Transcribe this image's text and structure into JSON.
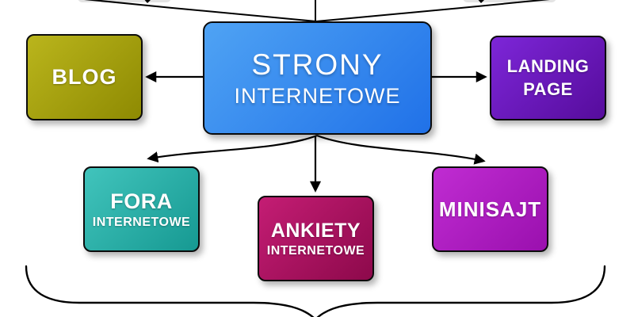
{
  "diagram": {
    "background_color": "#ffffff",
    "connector_color": "#000000",
    "center_node": {
      "line1": "STRONY",
      "line2": "INTERNETOWE",
      "color_from": "#4fa3f4",
      "color_to": "#2071e8",
      "text_color": "#ffffff"
    },
    "nodes": {
      "blog": {
        "label": "BLOG",
        "color_from": "#bab51c",
        "color_to": "#8e8a02"
      },
      "landing": {
        "line1": "LANDING",
        "line2": "PAGE",
        "color_from": "#7d26d8",
        "color_to": "#560c9c"
      },
      "fora": {
        "line1": "FORA",
        "line2": "INTERNETOWE",
        "color_from": "#41c4bc",
        "color_to": "#169992"
      },
      "ankiety": {
        "line1": "ANKIETY",
        "line2": "INTERNETOWE",
        "color_from": "#c41d74",
        "color_to": "#8d094b"
      },
      "minisajt": {
        "label": "MINISAJT",
        "color_from": "#c02cd2",
        "color_to": "#9a10ae"
      }
    }
  }
}
